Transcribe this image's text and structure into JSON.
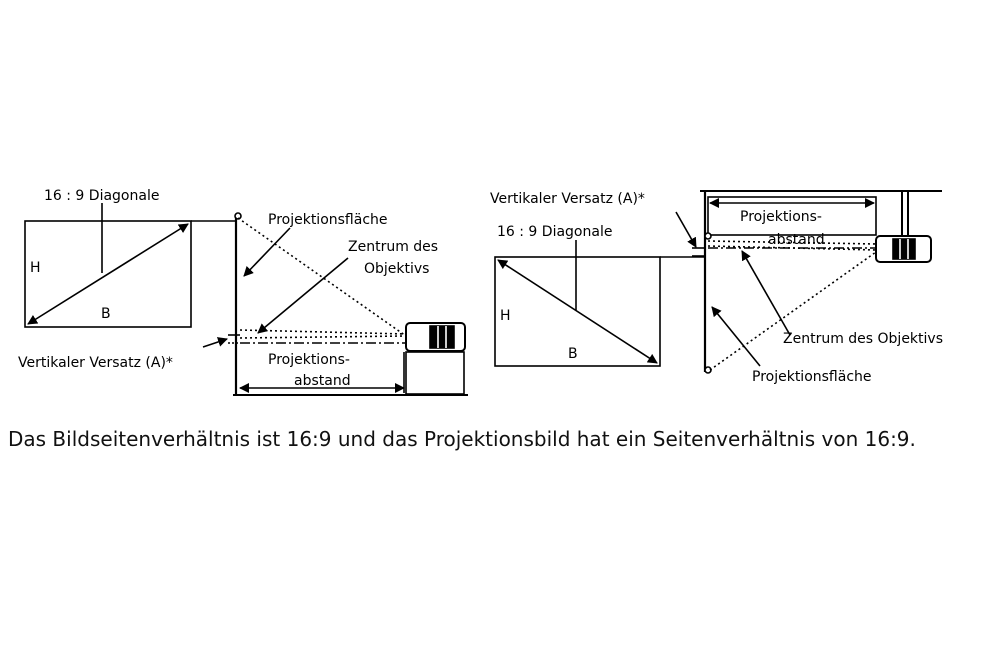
{
  "left": {
    "diagonal": "16 : 9 Diagonale",
    "height": "H",
    "width": "B",
    "screen": "Projektionsfläche",
    "lens_center_1": "Zentrum des",
    "lens_center_2": "Objektivs",
    "offset": "Vertikaler Versatz (A)*",
    "distance_1": "Projektions-",
    "distance_2": "abstand"
  },
  "right": {
    "offset": "Vertikaler Versatz (A)*",
    "diagonal": "16 : 9 Diagonale",
    "distance_1": "Projektions-",
    "distance_2": "abstand",
    "height": "H",
    "width": "B",
    "lens_center": "Zentrum des Objektivs",
    "screen": "Projektionsfläche"
  },
  "caption": "Das Bildseitenverhältnis ist 16:9 und das Projektionsbild hat ein Seitenverhältnis von 16:9."
}
